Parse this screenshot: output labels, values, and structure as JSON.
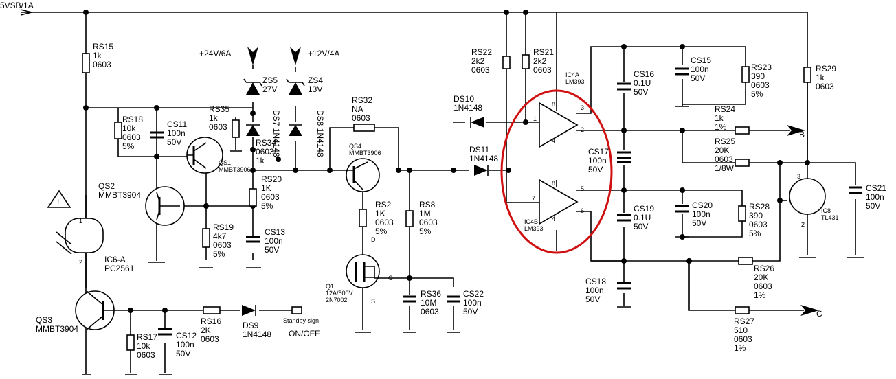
{
  "rails": {
    "vsb": "5VSB/1A",
    "v24": "+24V/6A",
    "v12": "+12V/4A"
  },
  "ports": {
    "b": "B",
    "c": "C",
    "standby_line1": "Standby sign",
    "standby_line2": "ON/OFF"
  },
  "resistors": {
    "RS15": [
      "RS15",
      "1k",
      "0603"
    ],
    "RS18": [
      "RS18",
      "10k",
      "0603",
      "5%"
    ],
    "RS35": [
      "RS35",
      "1k",
      "0603"
    ],
    "RS34": [
      "RS34",
      "0603",
      "1k"
    ],
    "RS20": [
      "RS20",
      "1K",
      "0603",
      "5%"
    ],
    "RS19": [
      "RS19",
      "4k7",
      "0603",
      "5%"
    ],
    "RS32": [
      "RS32",
      "NA",
      "0603"
    ],
    "RS2": [
      "RS2",
      "1K",
      "0603",
      "5%"
    ],
    "RS8": [
      "RS8",
      "1M",
      "0603",
      "5%"
    ],
    "RS36": [
      "RS36",
      "10M",
      "0603"
    ],
    "RS22": [
      "RS22",
      "2k2",
      "0603"
    ],
    "RS21": [
      "RS21",
      "2k2",
      "0603"
    ],
    "RS23": [
      "RS23",
      "390",
      "0603",
      "5%"
    ],
    "RS24": [
      "RS24",
      "1k",
      "1%"
    ],
    "RS25": [
      "RS25",
      "20K",
      "0603",
      "1/8W"
    ],
    "RS28": [
      "RS28",
      "390",
      "0603",
      "5%"
    ],
    "RS26": [
      "RS26",
      "20K",
      "0603",
      "1%"
    ],
    "RS27": [
      "RS27",
      "510",
      "0603",
      "1%"
    ],
    "RS29": [
      "RS29",
      "1k",
      "0603"
    ],
    "RS17": [
      "RS17",
      "10k",
      "0603"
    ],
    "RS16": [
      "RS16",
      "2K",
      "0603"
    ]
  },
  "capacitors": {
    "CS11": [
      "CS11",
      "100n",
      "50V"
    ],
    "CS13": [
      "CS13",
      "100n",
      "50V"
    ],
    "CS22": [
      "CS22",
      "100n",
      "50V"
    ],
    "CS16": [
      "CS16",
      "0.1U",
      "50V"
    ],
    "CS15": [
      "CS15",
      "100n",
      "50V"
    ],
    "CS17": [
      "CS17",
      "100n",
      "50V"
    ],
    "CS19": [
      "CS19",
      "0.1U",
      "50V"
    ],
    "CS20": [
      "CS20",
      "100n",
      "50V"
    ],
    "CS18": [
      "CS18",
      "100n",
      "50V"
    ],
    "CS21": [
      "CS21",
      "100n",
      "50V"
    ],
    "CS12": [
      "CS12",
      "100n",
      "50V"
    ]
  },
  "diodes": {
    "ZS5": [
      "ZS5",
      "27V"
    ],
    "ZS4": [
      "ZS4",
      "13V"
    ],
    "DS7": [
      "DS7",
      "1N4148"
    ],
    "DS8": [
      "DS8",
      "1N4148"
    ],
    "DS10": [
      "DS10",
      "1N4148"
    ],
    "DS11": [
      "DS11",
      "1N4148"
    ],
    "DS9": [
      "DS9",
      "1N4148"
    ]
  },
  "transistors": {
    "QS1": [
      "QS1",
      "MMBT3906"
    ],
    "QS2": [
      "QS2",
      "MMBT3904"
    ],
    "QS4": [
      "QS4",
      "MMBT3906"
    ],
    "QS3": [
      "QS3",
      "MMBT3904"
    ],
    "Q1": [
      "Q1",
      "12A/500V",
      "2N7002"
    ]
  },
  "ics": {
    "IC4A": [
      "IC4A",
      "LM393"
    ],
    "IC4B": [
      "IC4B",
      "LM393"
    ],
    "IC6": [
      "IC6-A",
      "PC2561"
    ],
    "IC8": [
      "IC8",
      "TL431"
    ]
  },
  "pins": {
    "ic4a": {
      "p8": "8",
      "p3": "3",
      "p1": "1",
      "p2": "2",
      "p4": "4"
    },
    "ic4b": {
      "p8": "8",
      "p5": "5",
      "p7": "7",
      "p6": "6",
      "p4": "4"
    },
    "ic6": {
      "p1": "1",
      "p2": "2"
    },
    "ic8": {
      "p3": "3",
      "p2": "2"
    },
    "q1": {
      "d": "D",
      "g": "G",
      "s": "S"
    }
  },
  "warning_glyph": "!"
}
